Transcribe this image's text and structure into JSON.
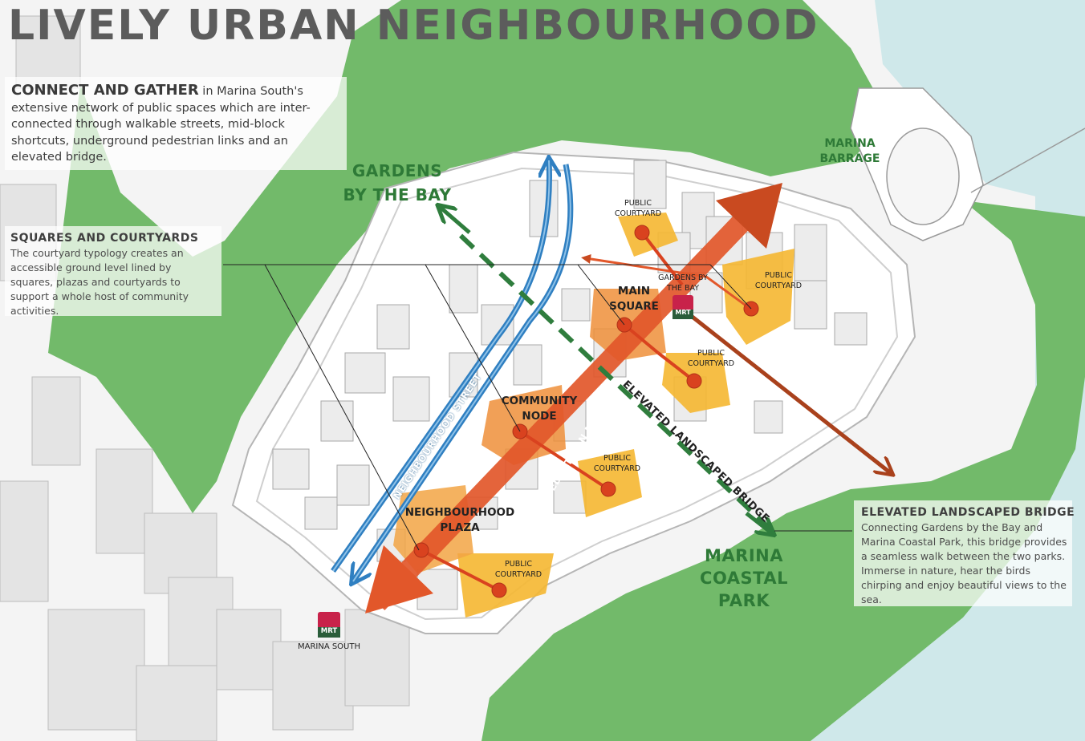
{
  "title": "LIVELY URBAN NEIGHBOURHOOD",
  "intro": {
    "lead": "CONNECT AND GATHER",
    "text": " in Marina South's extensive network of public spaces which are inter-connected through walkable streets, mid-block shortcuts, underground pedestrian links and an elevated bridge."
  },
  "squares": {
    "heading": "SQUARES AND COURTYARDS",
    "text": "The courtyard typology creates an accessible ground level lined by squares, plazas and courtyards to support a whole host of community activities."
  },
  "bridge_note": {
    "heading": "ELEVATED LANDSCAPED BRIDGE",
    "text": "Connecting Gardens by the Bay and Marina Coastal Park, this bridge provides a seamless walk between the two parks. Immerse in nature, hear the birds chirping and enjoy beautiful views to the sea."
  },
  "places": {
    "gardens_line1": "GARDENS",
    "gardens_line2": "BY THE BAY",
    "barrage_line1": "MARINA",
    "barrage_line2": "BARRAGE",
    "coastal_line1": "MARINA",
    "coastal_line2": "COASTAL",
    "coastal_line3": "PARK"
  },
  "nodes": {
    "main_square_1": "MAIN",
    "main_square_2": "SQUARE",
    "community_1": "COMMUNITY",
    "community_2": "NODE",
    "plaza_1": "NEIGHBOURHOOD",
    "plaza_2": "PLAZA",
    "courtyard_1": "PUBLIC",
    "courtyard_2": "COURTYARD"
  },
  "stations": {
    "mrt_badge": "MRT",
    "gardens_station_1": "GARDENS BY",
    "gardens_station_2": "THE BAY",
    "marina_south": "MARINA SOUTH"
  },
  "routes": {
    "neighbourhood_street": "NEIGHBOURHOOD STREET",
    "pedestrian_mall": "PEDESTRIAN MALL",
    "elevated_bridge": "ELEVATED LANDSCAPED BRIDGE"
  },
  "colors": {
    "park_green": "#72ba6a",
    "sea": "#cfe8ea",
    "route_blue": "#2f7fc1",
    "route_orange": "#e2572a",
    "courtyard_yellow": "#f5b731",
    "node_red": "#d9421f",
    "bridge_green": "#2f7d3d",
    "mrt_red": "#c8224a"
  }
}
